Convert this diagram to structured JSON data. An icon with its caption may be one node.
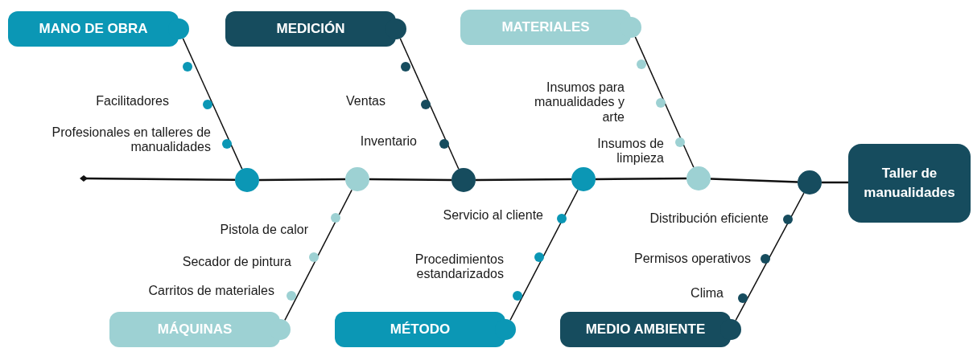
{
  "diagram": {
    "nodes": [
      {
        "text": [
          "MANO DE OBRA"
        ]
      },
      {
        "text": [
          "MEDICIÓN"
        ]
      },
      {
        "text": [
          "MATERIALES"
        ]
      },
      {
        "text": [],
        "shape": "circle"
      },
      {
        "text": [],
        "shape": "circle"
      },
      {
        "text": [],
        "shape": "circle"
      },
      {
        "text": [],
        "shape": "circle"
      },
      {
        "text": [],
        "shape": "circle"
      },
      {
        "text": [],
        "shape": "circle"
      },
      {
        "text": [
          "Taller de manualidades"
        ]
      },
      {
        "text": [
          "MÁQUINAS"
        ]
      },
      {
        "text": [
          "MÉTODO"
        ]
      },
      {
        "text": [
          "MEDIO AMBIENTE"
        ]
      }
    ],
    "edges": [
      {
        "from": null,
        "to": 3,
        "arrow": "other"
      },
      {
        "from": 3,
        "to": 4,
        "arrow": "none"
      },
      {
        "from": 4,
        "to": 5,
        "arrow": "none"
      },
      {
        "from": 5,
        "to": 6,
        "arrow": "none"
      },
      {
        "from": 6,
        "to": 7,
        "arrow": "none"
      },
      {
        "from": 7,
        "to": 8,
        "arrow": "none"
      },
      {
        "from": 8,
        "to": 9,
        "arrow": "none"
      },
      {
        "from": 0,
        "to": 3,
        "arrow": "none"
      },
      {
        "from": 1,
        "to": 5,
        "arrow": "none"
      },
      {
        "from": 2,
        "to": 7,
        "arrow": "none"
      },
      {
        "from": 10,
        "to": 4,
        "arrow": "none"
      },
      {
        "from": 11,
        "to": 6,
        "arrow": "none"
      },
      {
        "from": 12,
        "to": 8,
        "arrow": "none"
      }
    ],
    "labels": [
      "Insumos para manualidades y arte",
      "Facilitadores",
      "Ventas",
      "Profesionales en talleres de manualidades",
      "Inventario",
      "Insumos de limpieza",
      "Servicio al cliente",
      "Distribución eficiente",
      "Pistola de calor",
      "Permisos operativos",
      "Procedimientos estandarizados",
      "Secador de pintura",
      "Carritos de materiales",
      "Clima"
    ]
  }
}
